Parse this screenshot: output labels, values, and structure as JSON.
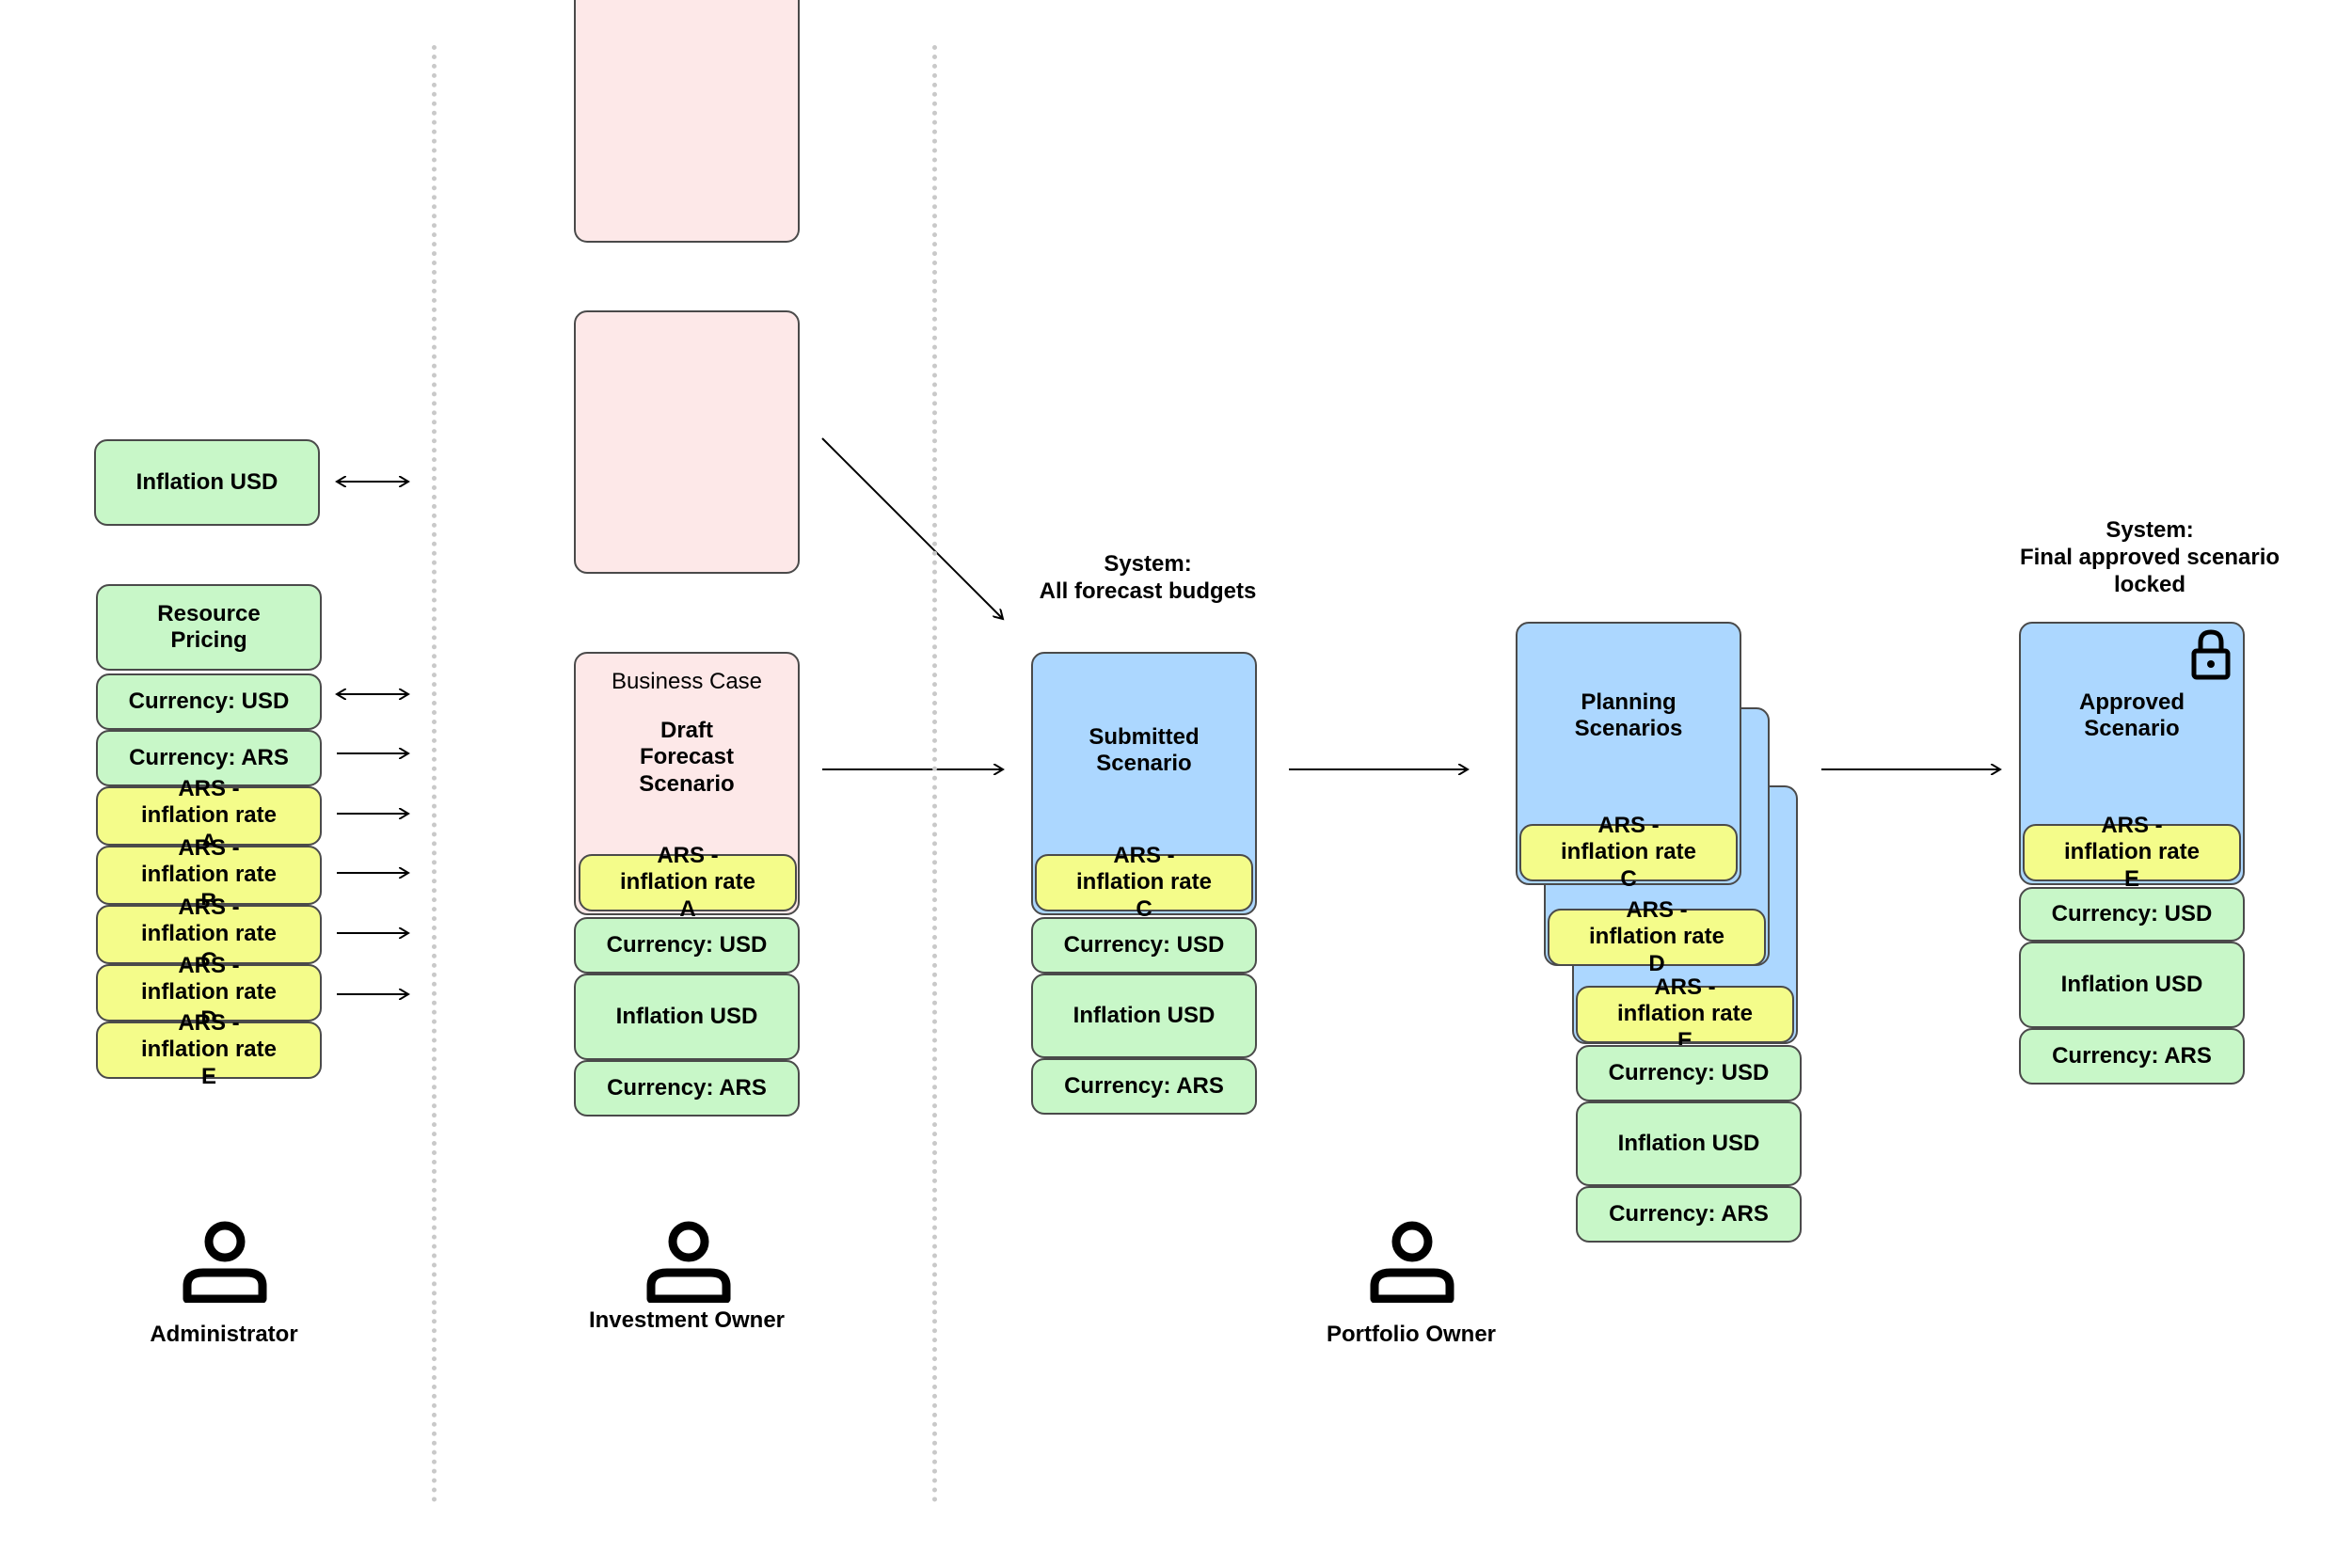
{
  "administrator": {
    "inflation_usd": "Inflation USD",
    "resource_pricing": "Resource Pricing",
    "currency_usd": "Currency: USD",
    "currency_ars": "Currency: ARS",
    "rates": [
      "ARS - inflation rate A",
      "ARS - inflation rate B",
      "ARS - inflation rate C",
      "ARS - inflation rate D",
      "ARS - inflation rate E"
    ],
    "role": "Administrator"
  },
  "investment_owner": {
    "business_case": "Business Case",
    "draft_scenario": "Draft Forecast Scenario",
    "rate": "ARS - inflation rate A",
    "currency_usd": "Currency: USD",
    "inflation_usd": "Inflation USD",
    "currency_ars": "Currency: ARS",
    "role": "Investment Owner"
  },
  "system_forecast": {
    "heading_line1": "System:",
    "heading_line2": "All forecast budgets",
    "submitted": "Submitted Scenario",
    "rate": "ARS - inflation rate C",
    "currency_usd": "Currency: USD",
    "inflation_usd": "Inflation USD",
    "currency_ars": "Currency: ARS"
  },
  "portfolio_owner": {
    "planning": "Planning Scenarios",
    "rate_c": "ARS - inflation rate C",
    "rate_d": "ARS - inflation rate D",
    "rate_e": "ARS - inflation rate E",
    "currency_usd": "Currency: USD",
    "inflation_usd": "Inflation USD",
    "currency_ars": "Currency: ARS",
    "role": "Portfolio Owner"
  },
  "system_final": {
    "heading_line1": "System:",
    "heading_line2": "Final approved scenario",
    "heading_line3": "locked",
    "approved": "Approved Scenario",
    "rate": "ARS - inflation rate E",
    "currency_usd": "Currency: USD",
    "inflation_usd": "Inflation USD",
    "currency_ars": "Currency: ARS",
    "lock_icon": "lock-icon"
  },
  "colors": {
    "green": "#c8f7c8",
    "yellow": "#f4fc8a",
    "pink": "#fde8e8",
    "blue": "#acd7ff",
    "border": "#4a4a4a"
  }
}
